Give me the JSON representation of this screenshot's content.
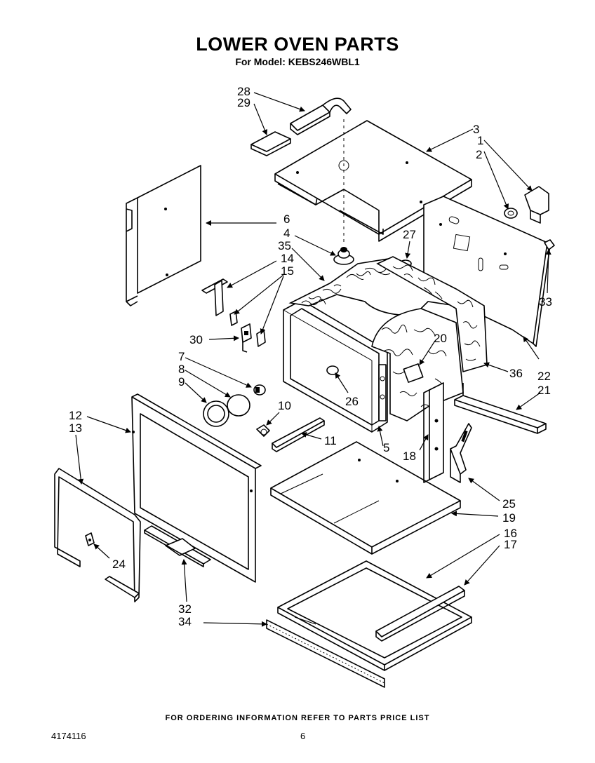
{
  "header": {
    "title": "LOWER OVEN PARTS",
    "subtitle": "For Model: KEBS246WBL1"
  },
  "footer": {
    "note": "FOR ORDERING INFORMATION REFER TO PARTS PRICE LIST",
    "doc_number": "4174116",
    "page_number": "6"
  },
  "callouts": {
    "c1": "1",
    "c2": "2",
    "c3": "3",
    "c4": "4",
    "c5": "5",
    "c6": "6",
    "c7": "7",
    "c8": "8",
    "c9": "9",
    "c10": "10",
    "c11": "11",
    "c12": "12",
    "c13": "13",
    "c14": "14",
    "c15": "15",
    "c16": "16",
    "c17": "17",
    "c18": "18",
    "c19": "19",
    "c20": "20",
    "c21": "21",
    "c22": "22",
    "c24": "24",
    "c25": "25",
    "c26": "26",
    "c27": "27",
    "c28": "28",
    "c29": "29",
    "c30": "30",
    "c32": "32",
    "c33": "33",
    "c34": "34",
    "c35": "35",
    "c36": "36"
  }
}
